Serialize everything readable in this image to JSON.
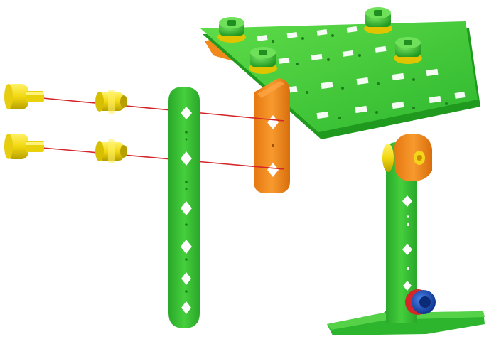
{
  "colors": {
    "green": "#37c837",
    "green_dark": "#1f9a1f",
    "green_light": "#6ee05a",
    "orange": "#f08a1c",
    "orange_dark": "#c8680c",
    "yellow": "#f5e11a",
    "yellow_dark": "#c9b400",
    "red_line": "#d4262a",
    "blue": "#1f5fd6",
    "blue_dark": "#103a92"
  },
  "parts": {
    "yellow_screws": 2,
    "yellow_nuts": 2,
    "green_strip_holes": 6,
    "orange_bracket_holes": 2,
    "plate_green_screws": 4,
    "leg_holes": 4
  }
}
